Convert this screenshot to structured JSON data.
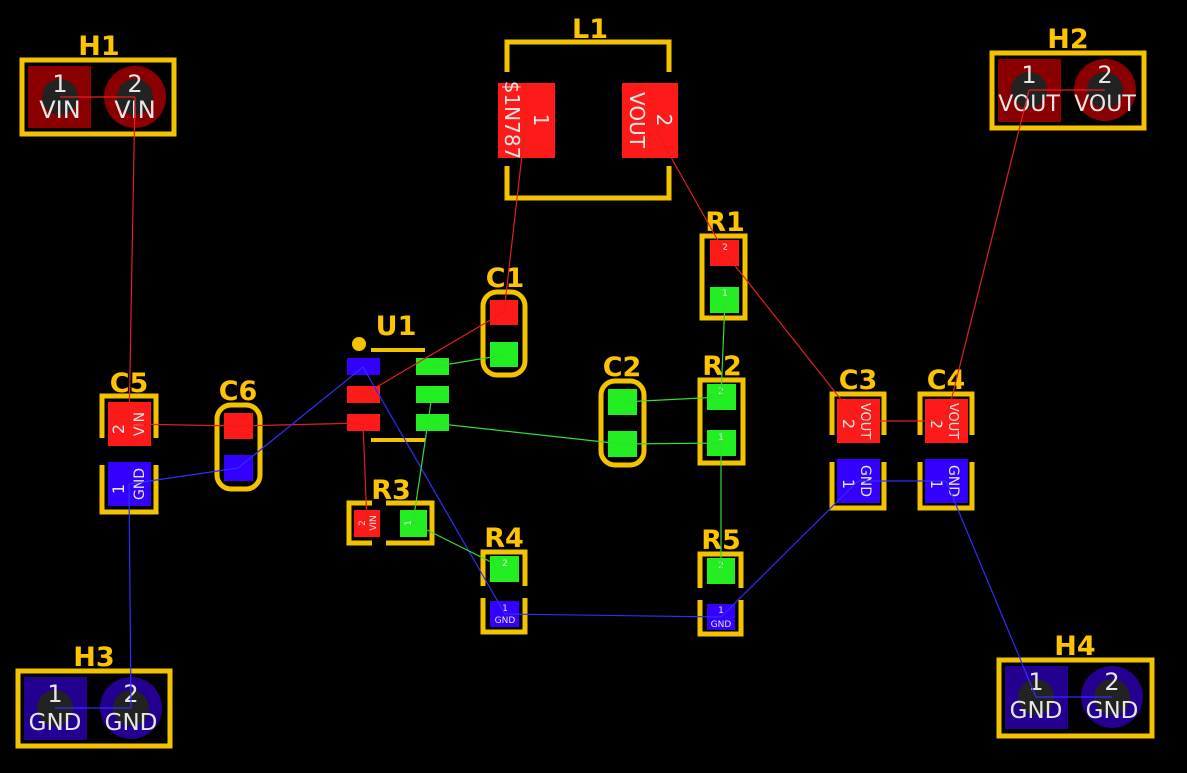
{
  "colors": {
    "background": "#000000",
    "silkscreen": "#F3C300",
    "net_vin": "#FF1A1A",
    "net_vout": "#FF1A1A",
    "net_gnd": "#3300FF",
    "net_feedback": "#22EE22",
    "dark_red_pad": "#8A0000",
    "dark_blue_pad": "#23008F",
    "ratsnest_red": "#E02020",
    "ratsnest_blue": "#2E2EFF",
    "ratsnest_green": "#33DD33"
  },
  "components": {
    "H1": {
      "ref": "H1",
      "pad1_num": "1",
      "pad1_net": "VIN",
      "pad2_num": "2",
      "pad2_net": "VIN"
    },
    "H2": {
      "ref": "H2",
      "pad1_num": "1",
      "pad1_net": "VOUT",
      "pad2_num": "2",
      "pad2_net": "VOUT"
    },
    "H3": {
      "ref": "H3",
      "pad1_num": "1",
      "pad1_net": "GND",
      "pad2_num": "2",
      "pad2_net": "GND"
    },
    "H4": {
      "ref": "H4",
      "pad1_num": "1",
      "pad1_net": "GND",
      "pad2_num": "2",
      "pad2_net": "GND"
    },
    "L1": {
      "ref": "L1",
      "pad1_num": "1",
      "pad1_net": "$1N787",
      "pad2_num": "2",
      "pad2_net": "VOUT"
    },
    "U1": {
      "ref": "U1"
    },
    "C1": {
      "ref": "C1"
    },
    "C2": {
      "ref": "C2"
    },
    "C6": {
      "ref": "C6"
    },
    "C3": {
      "ref": "C3",
      "pad1_num": "1",
      "pad1_net": "GND",
      "pad2_num": "2",
      "pad2_net": "VOUT"
    },
    "C4": {
      "ref": "C4",
      "pad1_num": "1",
      "pad1_net": "GND",
      "pad2_num": "2",
      "pad2_net": "VOUT"
    },
    "C5": {
      "ref": "C5",
      "pad1_num": "1",
      "pad1_net": "GND",
      "pad2_num": "2",
      "pad2_net": "VIN"
    },
    "R1": {
      "ref": "R1",
      "pad1_num": "1",
      "pad2_num": "2"
    },
    "R2": {
      "ref": "R2",
      "pad1_num": "1",
      "pad2_num": "2"
    },
    "R3": {
      "ref": "R3",
      "pad1_num": "1",
      "pad2_num": "2",
      "pad2_net": "VIN"
    },
    "R4": {
      "ref": "R4",
      "pad1_num": "1",
      "pad1_net": "GND",
      "pad2_num": "2"
    },
    "R5": {
      "ref": "R5",
      "pad1_num": "1",
      "pad1_net": "GND",
      "pad2_num": "2"
    }
  }
}
